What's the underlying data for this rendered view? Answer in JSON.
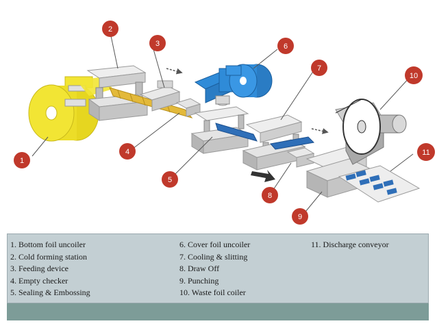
{
  "colors": {
    "callout_red": "#c0392b",
    "yellow_foil": "#f2e534",
    "blue_foil": "#2f8bd8",
    "machine_gray": "#d8d8d8",
    "panel_bg": "#c3cfd3",
    "panel_footer": "#7d9c98"
  },
  "callouts": [
    {
      "number": "1"
    },
    {
      "number": "2"
    },
    {
      "number": "3"
    },
    {
      "number": "4"
    },
    {
      "number": "5"
    },
    {
      "number": "6"
    },
    {
      "number": "7"
    },
    {
      "number": "8"
    },
    {
      "number": "9"
    },
    {
      "number": "10"
    },
    {
      "number": "11"
    }
  ],
  "legend": {
    "col1": [
      "1. Bottom foil uncoiler",
      "2. Cold forming station",
      "3. Feeding device",
      "4. Empty checker",
      "5. Sealing & Embossing"
    ],
    "col2": [
      "6. Cover foil uncoiler",
      "7. Cooling & slitting",
      "8. Draw Off",
      "9. Punching",
      "10. Waste foil coiler"
    ],
    "col3": [
      "11. Discharge conveyor"
    ]
  }
}
